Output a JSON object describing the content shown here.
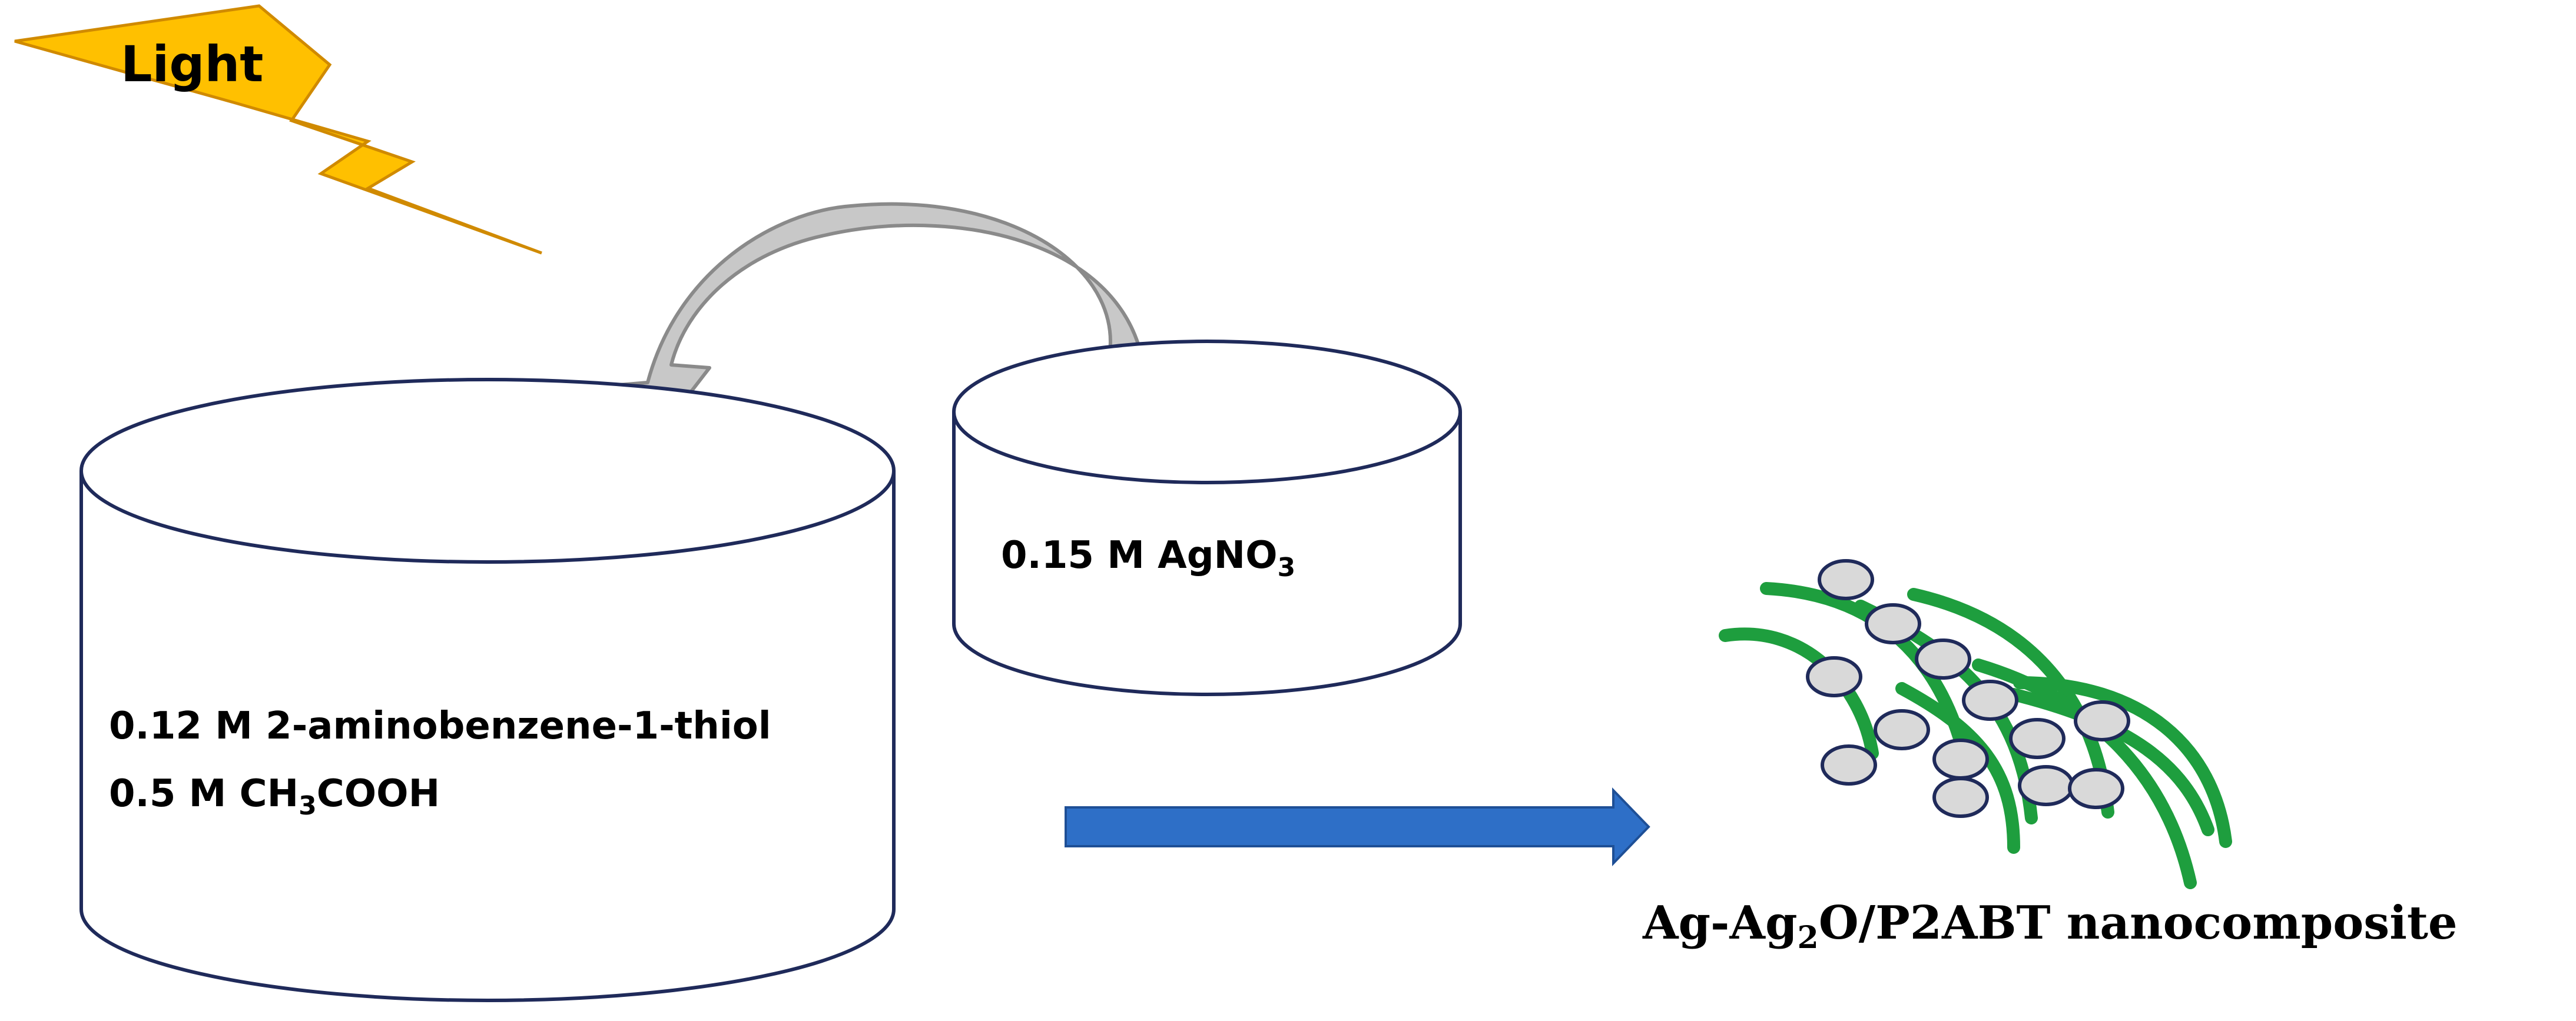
{
  "light": {
    "label": "Light",
    "fill_color": "#FFC000",
    "stroke_color": "#D08A00"
  },
  "small_container": {
    "label_main": "0.15 M AgNO",
    "label_sub": "3"
  },
  "large_container": {
    "line1": "0.12 M 2-aminobenzene-1-thiol",
    "line2_main": "0.5 M CH",
    "line2_sub": "3",
    "line2_end": "COOH"
  },
  "product": {
    "label_a": "Ag-Ag",
    "label_sub": "2",
    "label_b": "O/P2ABT nanocomposite",
    "chain_color": "#1E9E3E",
    "particle_fill": "#D9D9D9",
    "particle_stroke": "#1F2A5A"
  },
  "colors": {
    "container_stroke": "#1F2A5A",
    "curved_arrow_fill": "#C8C8C8",
    "curved_arrow_stroke": "#8A8A8A",
    "reaction_arrow": "#2E6FC7"
  }
}
